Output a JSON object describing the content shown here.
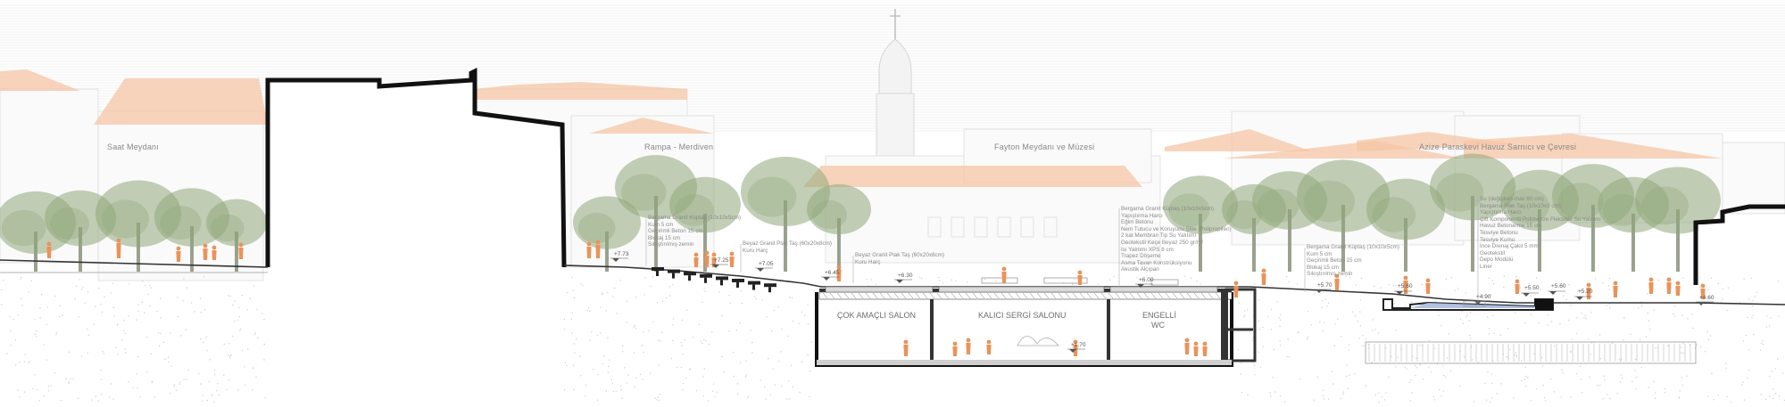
{
  "zones": {
    "saat": "Saat Meydanı",
    "rampa": "Rampa - Merdiven",
    "fayton": "Fayton Meydanı ve Müzesi",
    "azize": "Azize Paraskevi Havuz Sarnıcı ve Çevresi"
  },
  "rooms": {
    "multi": "ÇOK AMAÇLI SALON",
    "gallery": "KALICI SERGİ SALONU",
    "wc_1": "ENGELLİ",
    "wc_2": "WC"
  },
  "notes": {
    "ramp_paving": [
      "Bergama Granit Küptaş (10x10x5cm)",
      "Kum 5 cm",
      "Geçirimli Beton 15 cm",
      "Blokaj 15 cm",
      "Sıkıştırılmış zemin"
    ],
    "stair_stone": [
      "Beyaz Granit Plak Taş (60x20x8cm)",
      "Kuru Harç"
    ],
    "plaza_stone": [
      "Beyaz Granit Plak Taş (60x20x8cm)",
      "Kuru Harç"
    ],
    "roof_layers": [
      "Bergama Granit Küptaş (10x10x5cm)",
      "Yapıştırma Harcı",
      "Eğim Betonu",
      "Nem Tutucu ve Koruyucu Şilte (Polipropilen)",
      "2 kat Membran Tip Su Yalıtımı",
      "Geotekstil Keçe Beyaz 250 gr/m²",
      "Isı Yalıtımı XPS 8 cm",
      "Trapez Döşeme",
      "Asma Tavan Konstrüksiyonu",
      "Akustik Alçıpan"
    ],
    "mid_paving": [
      "Bergama Granit Küptaş (10x10x5cm)",
      "Kum 5 cm",
      "Geçirimli Beton 15 cm",
      "Blokaj 15 cm",
      "Sıkıştırılmış zemin"
    ],
    "pool_layers": [
      "Su (değişken-max 60 cm)",
      "Bergama Plak Taş (10x10x2 cm)",
      "Yapıştırma Harcı",
      "Çift Komponentli Polimerize Fleksible Su Yalıtımı",
      "Havuz Betonarme 15 cm",
      "Tesviye Betonu",
      "Tesviye Kumu",
      "İnce Drenaj Çakıl 5 mm",
      "Geotekstil",
      "Depo Modülü",
      "Liner"
    ]
  },
  "elevations": {
    "e1": "+7.73",
    "e2": "+7.25",
    "e3": "+7.05",
    "e4": "+6.45",
    "e5": "+6.30",
    "e6": "+6.00",
    "e7": "+1.70",
    "e8": "+5.70",
    "e9": "+5.60",
    "e10": "+4.90",
    "e11": "+5.50",
    "e12": "+5.60",
    "e13": "+5.20",
    "e14": "+4.60"
  },
  "colors": {
    "roof": "#f5c5a6",
    "tree": "#8fa77a",
    "person": "#e9935a",
    "wall": "#111111",
    "water": "#a9bde0"
  }
}
